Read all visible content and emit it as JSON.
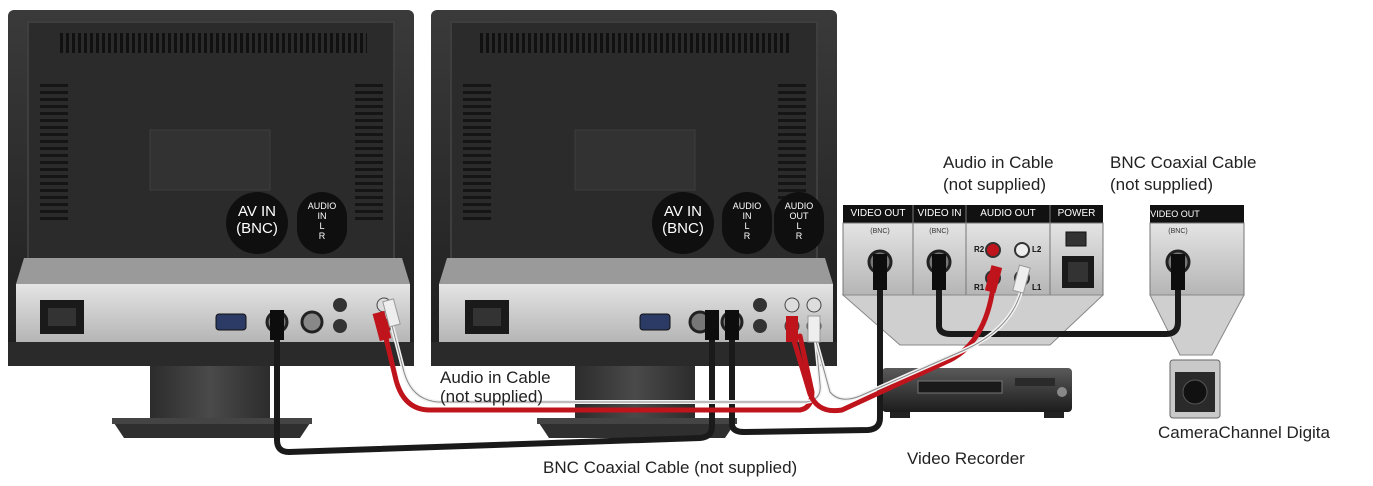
{
  "labels": {
    "audio_cable_top": [
      "Audio in Cable",
      "(not supplied)"
    ],
    "bnc_cable_top": [
      "BNC Coaxial Cable",
      "(not supplied)"
    ],
    "audio_cable_bottom": [
      "Audio in Cable",
      "(not supplied)"
    ],
    "bnc_cable_bottom": "BNC Coaxial Cable (not supplied)",
    "video_recorder": "Video Recorder",
    "camera": "CameraChannel Digita"
  },
  "monitor1_badges": {
    "av_in": [
      "AV IN",
      "(BNC)"
    ],
    "audio_in": [
      "AUDIO",
      "IN",
      "L",
      "R"
    ]
  },
  "monitor2_badges": {
    "av_in": [
      "AV IN",
      "(BNC)"
    ],
    "audio_in": [
      "AUDIO",
      "IN",
      "L",
      "R"
    ],
    "audio_out": [
      "AUDIO",
      "OUT",
      "L",
      "R"
    ]
  },
  "recorder_panel": {
    "headers": [
      "VIDEO OUT",
      "VIDEO IN",
      "AUDIO OUT",
      "POWER"
    ],
    "bnc_tags": [
      "(BNC)",
      "(BNC)"
    ],
    "port_labels": [
      "R2",
      "L2",
      "R1",
      "L1"
    ]
  },
  "camera_panel": {
    "header": "VIDEO OUT",
    "bnc_tag": "(BNC)"
  },
  "colors": {
    "monitor_body": "#2a2a2a",
    "panel": "#c9c9c9",
    "cable_black": "#1a1a1a",
    "cable_red": "#c0141c",
    "cable_white": "#f2f2f2"
  }
}
